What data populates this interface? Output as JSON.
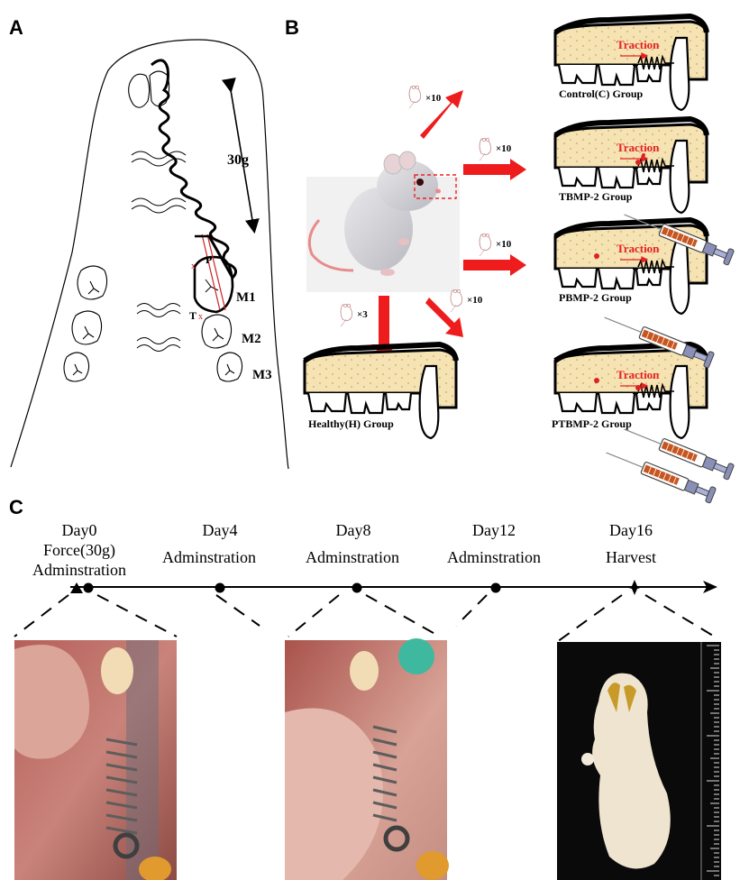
{
  "panel_a": {
    "label": "A",
    "force": "30g",
    "point_p": "P",
    "point_t": "T",
    "teeth": [
      "M1",
      "M2",
      "M3"
    ]
  },
  "panel_b": {
    "label": "B",
    "counts": [
      "×10",
      "×10",
      "×10",
      "×10",
      "×3"
    ],
    "groups": [
      {
        "name": "Control(C) Group",
        "traction": "Traction"
      },
      {
        "name": "TBMP-2 Group",
        "traction": "Traction"
      },
      {
        "name": "PBMP-2 Group",
        "traction": "Traction"
      },
      {
        "name": "PTBMP-2 Group",
        "traction": "Traction"
      }
    ],
    "healthy": "Healthy(H) Group"
  },
  "panel_c": {
    "label": "C",
    "timeline": [
      {
        "day": "Day0",
        "lines": [
          "Force(30g)",
          "Adminstration"
        ]
      },
      {
        "day": "Day4",
        "lines": [
          "Adminstration"
        ]
      },
      {
        "day": "Day8",
        "lines": [
          "Adminstration"
        ]
      },
      {
        "day": "Day12",
        "lines": [
          "Adminstration"
        ]
      },
      {
        "day": "Day16",
        "lines": [
          "Harvest"
        ]
      }
    ]
  },
  "colors": {
    "arrow": "#ee1c1c",
    "bone": "#f6e3b4",
    "traction": "#e52222",
    "photo_bg": "#a96f62"
  }
}
